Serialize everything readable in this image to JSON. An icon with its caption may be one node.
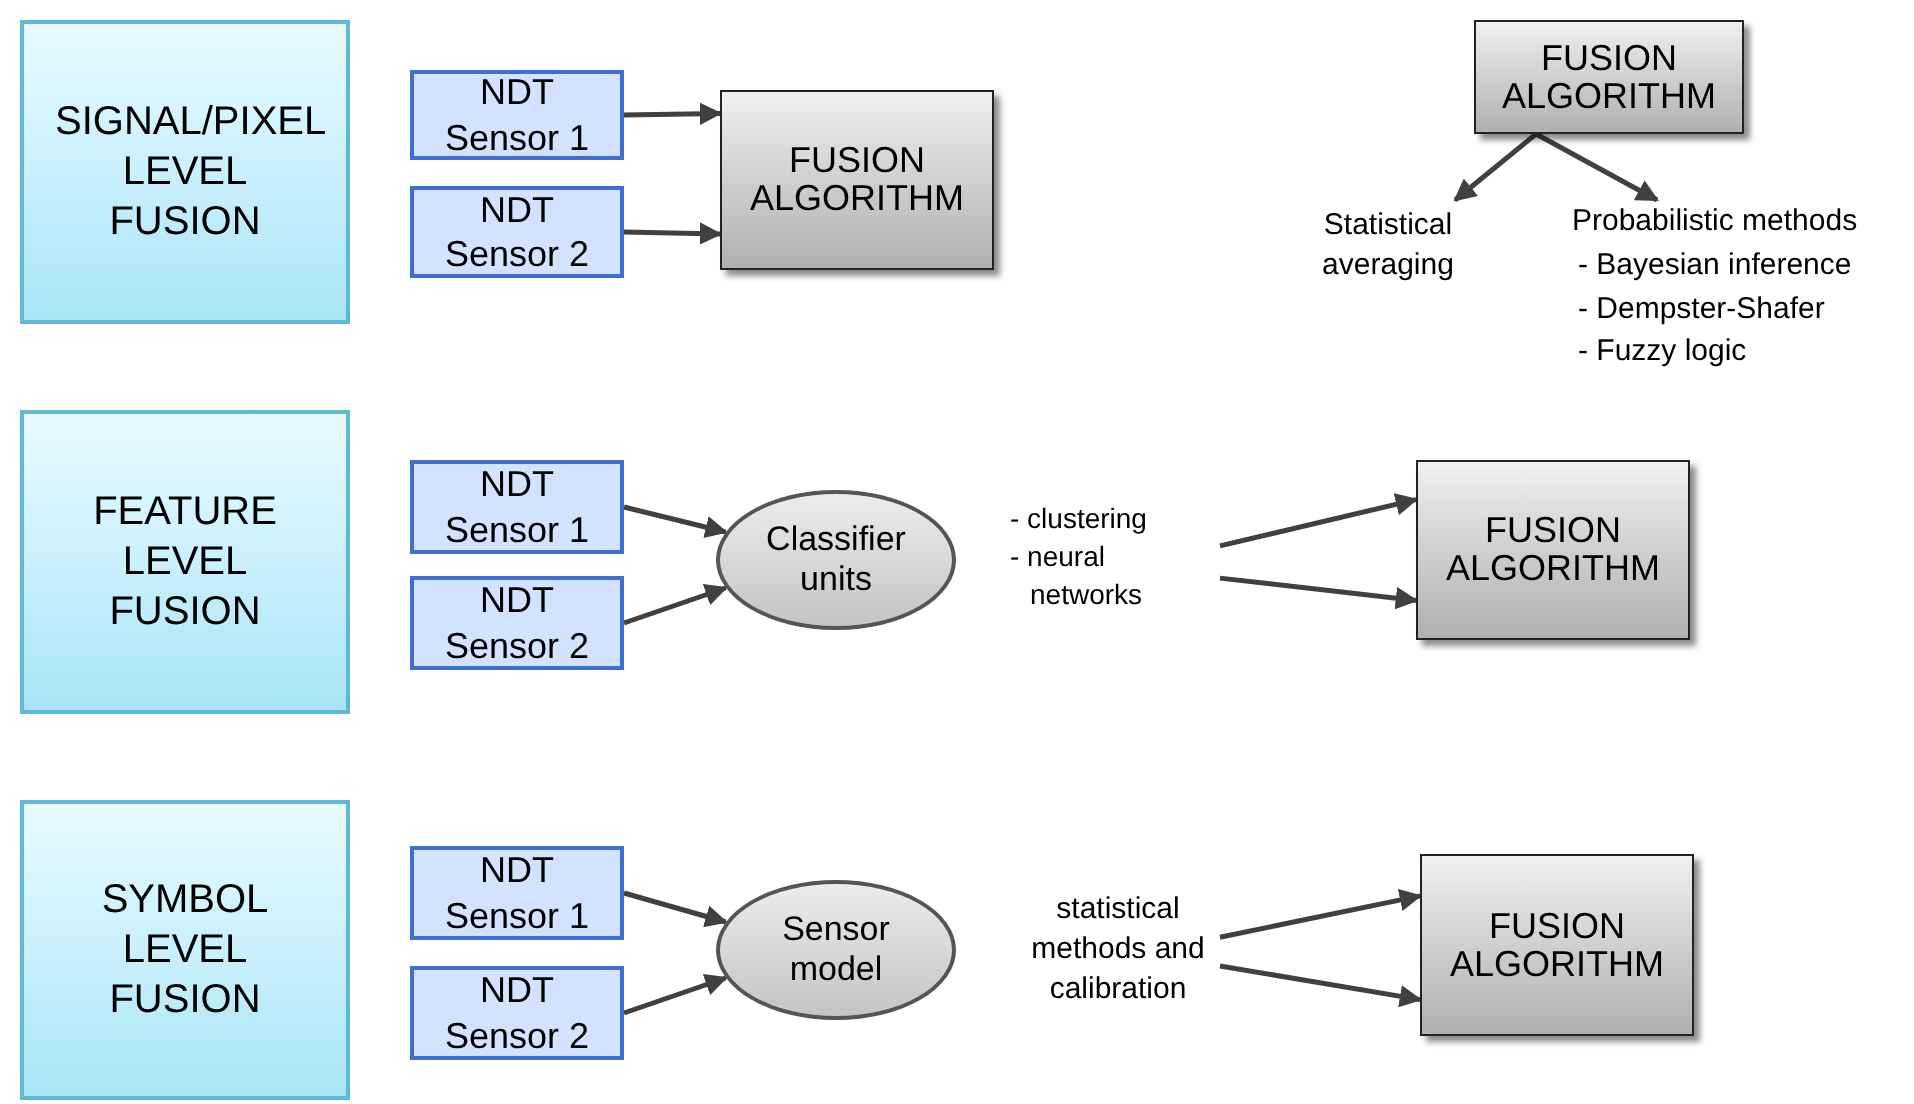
{
  "diagram": {
    "nodes": [
      {
        "text": [
          "SIGNAL/PIXEL LEVEL FUSION"
        ]
      },
      {
        "text": [
          "NDT Sensor 1"
        ]
      },
      {
        "text": [
          "NDT Sensor 2"
        ]
      },
      {
        "text": [
          "FUSION ALGORITHM"
        ]
      },
      {
        "text": [
          "FUSION ALGORITHM"
        ]
      },
      {
        "text": [
          "Statistical averaging"
        ]
      },
      {
        "text": [
          "Probabilistic methods",
          "- Bayesian inference",
          "- Dempster-Shafer",
          "- Fuzzy logic"
        ]
      },
      {
        "text": [
          "FEATURE LEVEL FUSION"
        ]
      },
      {
        "text": [
          "NDT Sensor 1"
        ]
      },
      {
        "text": [
          "NDT Sensor 2"
        ]
      },
      {
        "text": [
          "Classifier units"
        ]
      },
      {
        "text": [
          "- clustering",
          "- neural networks"
        ]
      },
      {
        "text": [
          "FUSION ALGORITHM"
        ]
      },
      {
        "text": [
          "SYMBOL LEVEL FUSION"
        ]
      },
      {
        "text": [
          "NDT Sensor 1"
        ]
      },
      {
        "text": [
          "NDT Sensor 2"
        ]
      },
      {
        "text": [
          "Sensor model"
        ]
      },
      {
        "text": [
          "statistical methods and calibration"
        ]
      },
      {
        "text": [
          "FUSION ALGORITHM"
        ]
      }
    ],
    "edges": [
      {
        "from": 1,
        "to": 3,
        "arrow": "to"
      },
      {
        "from": 2,
        "to": 3,
        "arrow": "to"
      },
      {
        "from": 4,
        "to": 5,
        "arrow": "to"
      },
      {
        "from": 4,
        "to": 6,
        "arrow": "to"
      },
      {
        "from": 8,
        "to": 10,
        "arrow": "to"
      },
      {
        "from": 9,
        "to": 10,
        "arrow": "to"
      },
      {
        "from": 11,
        "to": 12,
        "arrow": "to"
      },
      {
        "from": 11,
        "to": 12,
        "arrow": "to"
      },
      {
        "from": 14,
        "to": 16,
        "arrow": "to"
      },
      {
        "from": 15,
        "to": 16,
        "arrow": "to"
      },
      {
        "from": 17,
        "to": 18,
        "arrow": "to"
      },
      {
        "from": 17,
        "to": 18,
        "arrow": "to"
      }
    ]
  }
}
